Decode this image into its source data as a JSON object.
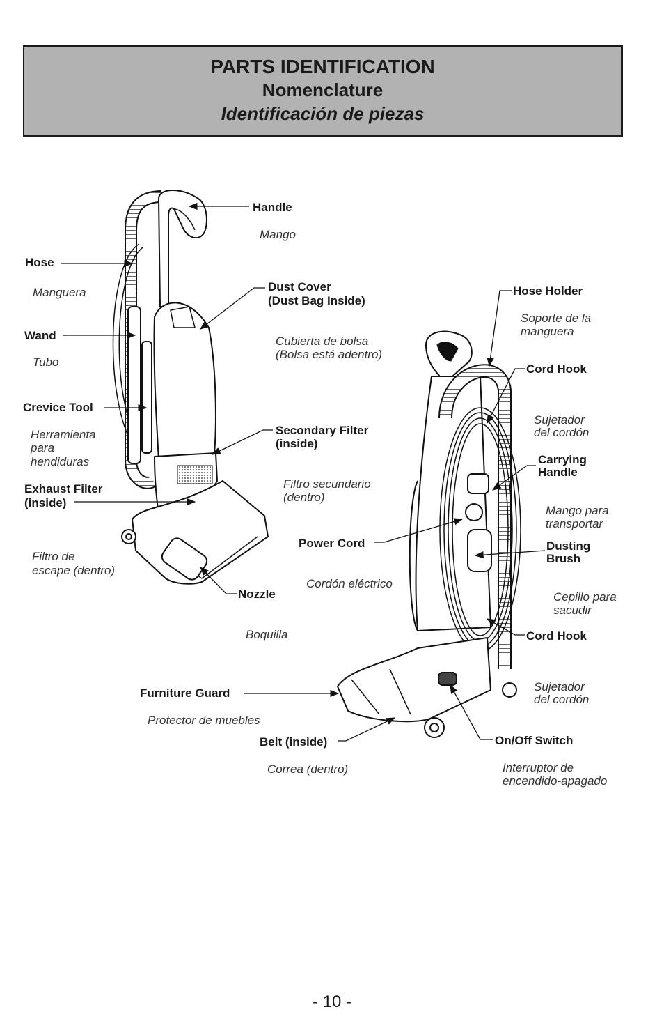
{
  "header": {
    "title_en": "PARTS IDENTIFICATION",
    "title_fr": "Nomenclature",
    "title_es": "Identificación de piezas"
  },
  "labels": {
    "handle": {
      "en": "Handle",
      "es": "Mango"
    },
    "hose": {
      "en": "Hose",
      "es": "Manguera"
    },
    "dust_cover": {
      "en_1": "Dust Cover",
      "en_2": "(Dust Bag Inside)",
      "es_1": "Cubierta de bolsa",
      "es_2": "(Bolsa está adentro)"
    },
    "wand": {
      "en": "Wand",
      "es": "Tubo"
    },
    "crevice_tool": {
      "en": "Crevice Tool",
      "es_1": "Herramienta",
      "es_2": "para",
      "es_3": "hendiduras"
    },
    "secondary_filter": {
      "en_1": "Secondary Filter",
      "en_2": "(inside)",
      "es_1": "Filtro secundario",
      "es_2": "(dentro)"
    },
    "exhaust_filter": {
      "en_1": "Exhaust Filter",
      "en_2": "(inside)",
      "es_1": "Filtro de",
      "es_2": "escape (dentro)"
    },
    "power_cord": {
      "en": "Power Cord",
      "es": "Cordón eléctrico"
    },
    "nozzle": {
      "en": "Nozzle",
      "es": "Boquilla"
    },
    "furniture_guard": {
      "en": "Furniture Guard",
      "es": "Protector de muebles"
    },
    "belt": {
      "en": "Belt (inside)",
      "es": "Correa (dentro)"
    },
    "hose_holder": {
      "en": "Hose Holder",
      "es_1": "Soporte de la",
      "es_2": "manguera"
    },
    "cord_hook_top": {
      "en": "Cord Hook",
      "es_1": "Sujetador",
      "es_2": "del cordón"
    },
    "carrying_handle": {
      "en_1": "Carrying",
      "en_2": "Handle",
      "es_1": "Mango para",
      "es_2": "transportar"
    },
    "dusting_brush": {
      "en_1": "Dusting",
      "en_2": "Brush",
      "es_1": "Cepillo para",
      "es_2": "sacudir"
    },
    "cord_hook_bottom": {
      "en": "Cord Hook",
      "es_1": "Sujetador",
      "es_2": "del cordón"
    },
    "on_off_switch": {
      "en": "On/Off Switch",
      "es_1": "Interruptor de",
      "es_2": "encendido-apagado"
    }
  },
  "footer": {
    "page_number": "- 10 -"
  }
}
